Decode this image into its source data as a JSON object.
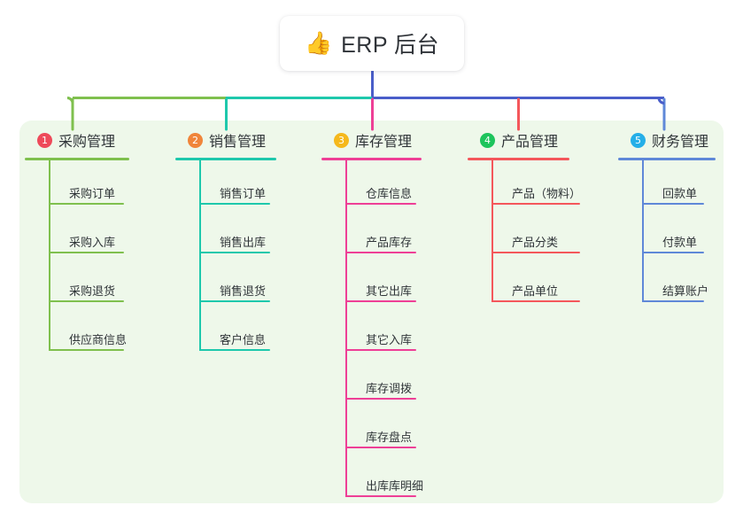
{
  "diagram": {
    "type": "mindmap",
    "root": {
      "icon": "thumbs-up-icon",
      "emoji": "👍",
      "title": "ERP 后台"
    },
    "palette": {
      "panel_bg": "#eef8ea",
      "page_bg": "#ffffff",
      "root_stem": "#4a5ec9",
      "text": "#303539"
    },
    "branches": [
      {
        "number": "1",
        "badge_glyph": "①",
        "badge_color": "#ee4a5a",
        "line_color": "#7fc04e",
        "title": "采购管理",
        "items": [
          "采购订单",
          "采购入库",
          "采购退货",
          "供应商信息"
        ]
      },
      {
        "number": "2",
        "badge_glyph": "②",
        "badge_color": "#f0853a",
        "line_color": "#1ec8ac",
        "title": "销售管理",
        "items": [
          "销售订单",
          "销售出库",
          "销售退货",
          "客户信息"
        ]
      },
      {
        "number": "3",
        "badge_glyph": "③",
        "badge_color": "#f5b81c",
        "line_color": "#ee3f96",
        "title": "库存管理",
        "items": [
          "仓库信息",
          "产品库存",
          "其它出库",
          "其它入库",
          "库存调拨",
          "库存盘点",
          "出库库明细"
        ]
      },
      {
        "number": "4",
        "badge_glyph": "④",
        "badge_color": "#1dc45c",
        "line_color": "#f4575b",
        "title": "产品管理",
        "items": [
          "产品（物料）",
          "产品分类",
          "产品单位"
        ]
      },
      {
        "number": "5",
        "badge_glyph": "⑤",
        "badge_color": "#25afe8",
        "line_color": "#5f88d8",
        "title": "财务管理",
        "items": [
          "回款单",
          "付款单",
          "结算账户"
        ]
      }
    ]
  }
}
